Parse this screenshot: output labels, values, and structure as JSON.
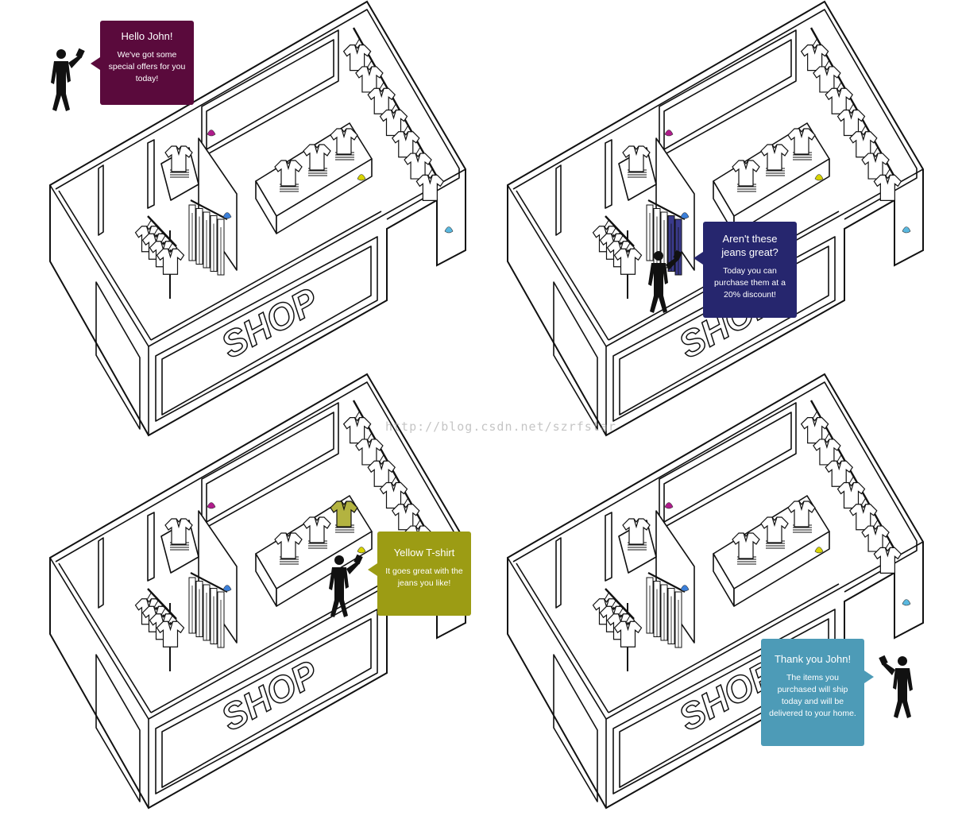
{
  "store_label": "SHOP",
  "watermark": "http://blog.csdn.net/szrfstar",
  "colors": {
    "purple": "#5a0a3c",
    "navy": "#26266e",
    "olive": "#9c9c14",
    "teal": "#4d9bb7",
    "magenta_beacon": "#b01c8c",
    "yellow_beacon": "#d8d400",
    "blue_beacon": "#3b7fd9",
    "cyan_beacon": "#5ab9e0",
    "jeans": "#3a3a8c",
    "shirt_highlight": "#b3b340"
  },
  "icons": {
    "person": "person-silhouette-icon",
    "shirt": "shirt-icon",
    "hanger_rack": "clothing-rack-icon",
    "beacon": "beacon-icon"
  },
  "panels": [
    {
      "bubble": {
        "title": "Hello John!",
        "body": "We've got some special offers for you today!"
      }
    },
    {
      "bubble": {
        "title": "Aren't these jeans great?",
        "body": "Today you can purchase them at a 20% discount!"
      }
    },
    {
      "bubble": {
        "title": "Yellow T-shirt",
        "body": "It goes great with the jeans you like!"
      }
    },
    {
      "bubble": {
        "title": "Thank you John!",
        "body": "The items you purchased will ship today and will be delivered to your home."
      }
    }
  ]
}
